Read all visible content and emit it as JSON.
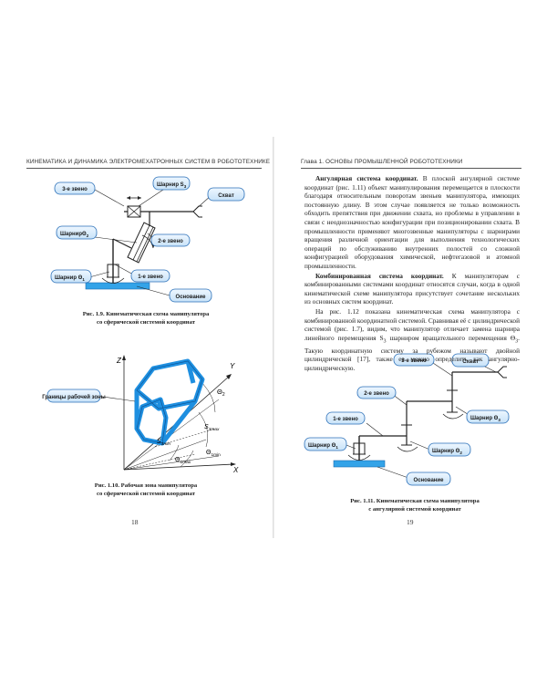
{
  "left_page": {
    "running_head": "КИНЕМАТИКА И ДИНАМИКА ЭЛЕКТРОМЕХАТРОННЫХ СИСТЕМ В РОБОТОТЕХНИКЕ",
    "fig19": {
      "labels": {
        "link3": "3-е звено",
        "joint_s3": "Шарнир S",
        "joint_s3_sub": "3",
        "gripper": "Схват",
        "joint_theta2": "ШарнирΘ",
        "joint_theta2_sub": "2",
        "link2": "2-е звено",
        "joint_theta1": "Шарнир Θ",
        "joint_theta1_sub": "1",
        "link1": "1-е звено",
        "base": "Основание"
      },
      "caption_line1": "Рис. 1.9. Кинематическая схема манипулятора",
      "caption_line2": "со сферической системой координат"
    },
    "fig110": {
      "labels": {
        "zone_boundary": "Границы рабочей зоны",
        "axis_z": "Z",
        "axis_y": "Y",
        "axis_x": "X",
        "theta2": "Θ",
        "theta2_sub": "2",
        "s3max": "S",
        "s3max_sub": "3max",
        "s3min": "S",
        "s3min_sub": "3min",
        "theta1min": "Θ",
        "theta1min_sub": "1min",
        "theta1max": "Θ",
        "theta1max_sub": "1max"
      },
      "caption_line1": "Рис. 1.10. Рабочая зона манипулятора",
      "caption_line2": "со сферической системой координат"
    },
    "page_number": "18"
  },
  "right_page": {
    "running_head": "Глава 1. ОСНОВЫ ПРОМЫШЛЕННОЙ РОБОТОТЕХНИКИ",
    "paragraphs": {
      "p1_bold": "Ангулярная система координат.",
      "p1_text": " В плоской ангулярной системе координат (рис. 1.11) объект манипулирования перемещается в плоскости благодаря относительным поворотам звеньев манипулятора, имеющих постоянную длину. В этом случае появляется не только возможность обходить препятствия при движении схвата, но проблемы в управлении в связи с неоднозначностью конфигурации при позиционировании схвата. В промышленности применяют многозвенные манипуляторы с шарнирами вращения различной ориентации для выполнения технологических операций по обслуживанию внутренних полостей со сложной конфигурацией оборудования химической, нефтегазовой и атомной промышленности.",
      "p2_bold": "Комбинированная система координат.",
      "p2_text": " К манипуляторам с комбинированными системами координат относятся случаи, когда в одной кинематической схеме манипулятора присутствует сочетание нескольких из основных систем координат.",
      "p3_text": "На рис. 1.12 показана кинематическая схема манипулятора с комбинированной координатной системой. Сравнивая её с цилиндрической системой (рис. 1.7), видим, что манипулятор отличает замена шарнира линейного перемещения S",
      "p3_sub": "3",
      "p3_text2": " шарниром вращательного перемещения Θ",
      "p3_sub2": "3",
      "p3_text3": ". Такую координатную систему за рубежом называют двойной цилиндрической [17], также ее можно определить как ангулярно-цилиндрическую."
    },
    "fig111": {
      "labels": {
        "link3": "3-е звено",
        "gripper": "Схват",
        "link2": "2-е звено",
        "joint_theta3": "Шарнир Θ",
        "joint_theta3_sub": "3",
        "link1": "1-е звено",
        "joint_theta1": "Шарнир Θ",
        "joint_theta1_sub": "1",
        "joint_theta2": "Шарнир Θ",
        "joint_theta2_sub": "2",
        "base": "Основание"
      },
      "caption_line1": "Рис. 1.11. Кинематическая схема манипулятора",
      "caption_line2": "с ангулярной системой координат"
    },
    "page_number": "19"
  },
  "colors": {
    "bubble_fill": "#d9ecfb",
    "bubble_stroke": "#2a6fb8",
    "zone_blue": "#1e8fe0",
    "base_blue": "#33a3e8"
  }
}
